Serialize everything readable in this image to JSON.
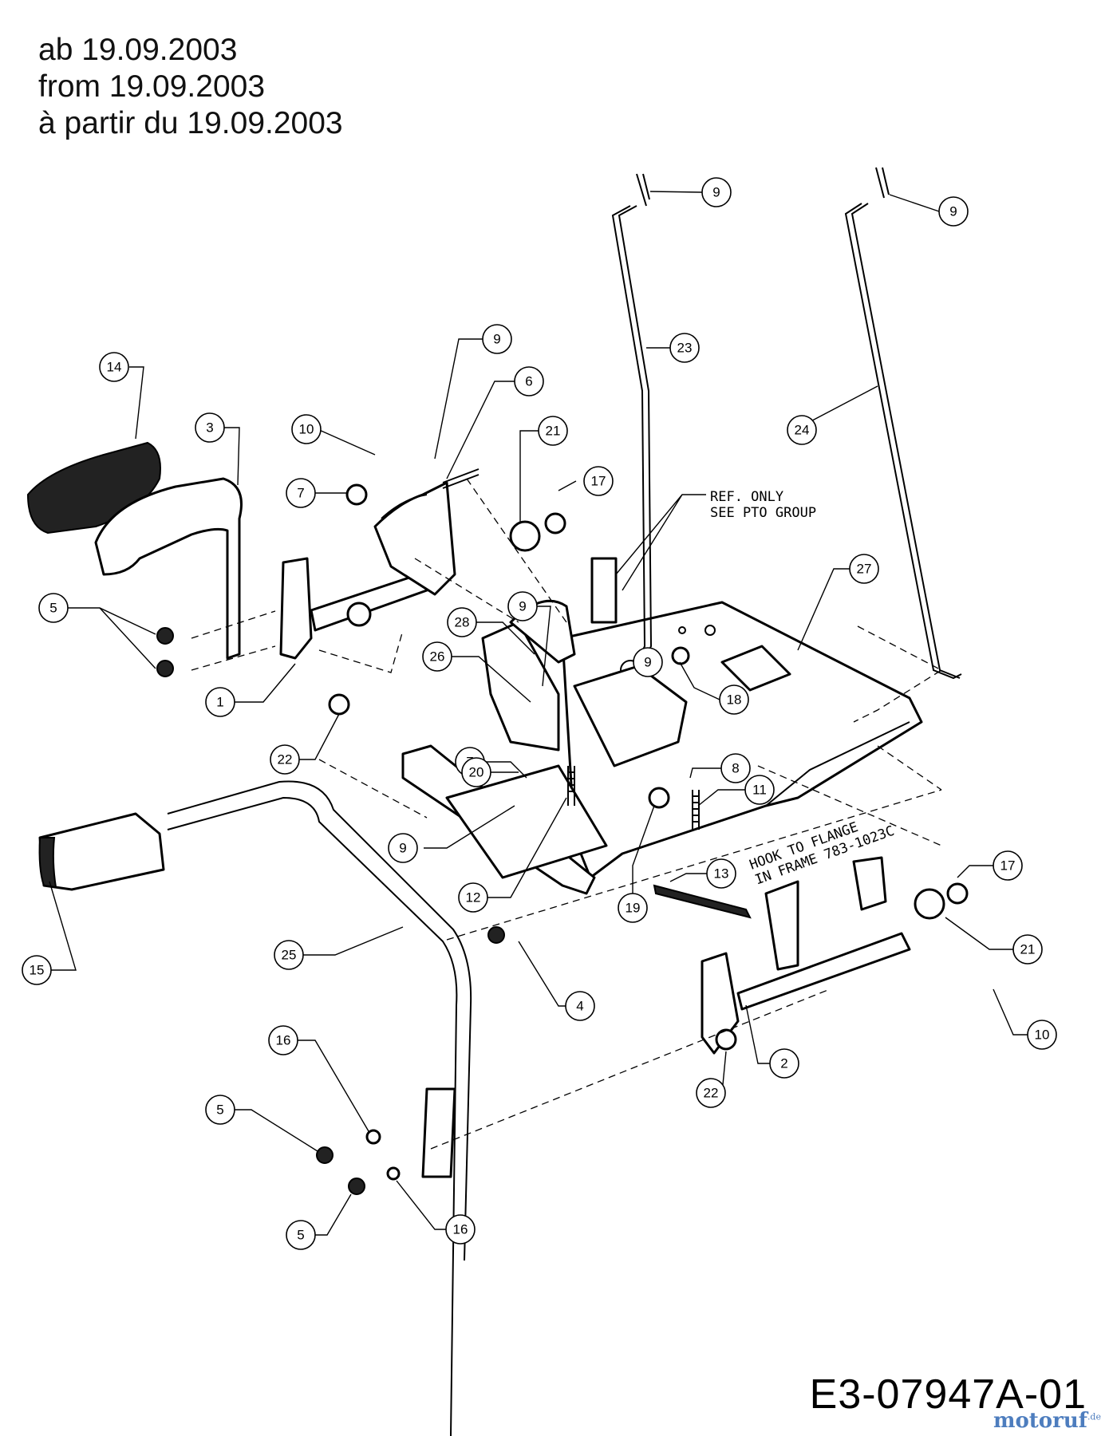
{
  "header": {
    "line_de": "ab 19.09.2003",
    "line_en": "from 19.09.2003",
    "line_fr": "à partir du 19.09.2003"
  },
  "notes": {
    "ref_only_line1": "REF. ONLY",
    "ref_only_line2": "SEE PTO GROUP",
    "hook_line1": "HOOK TO FLANGE",
    "hook_line2": "IN FRAME 783-1023C"
  },
  "callouts": [
    {
      "id": "c-9-a",
      "label": "9"
    },
    {
      "id": "c-9-b",
      "label": "9"
    },
    {
      "id": "c-23",
      "label": "23"
    },
    {
      "id": "c-24",
      "label": "24"
    },
    {
      "id": "c-9-c",
      "label": "9"
    },
    {
      "id": "c-6",
      "label": "6"
    },
    {
      "id": "c-14",
      "label": "14"
    },
    {
      "id": "c-3",
      "label": "3"
    },
    {
      "id": "c-10-a",
      "label": "10"
    },
    {
      "id": "c-21-a",
      "label": "21"
    },
    {
      "id": "c-17-a",
      "label": "17"
    },
    {
      "id": "c-7-a",
      "label": "7"
    },
    {
      "id": "c-27",
      "label": "27"
    },
    {
      "id": "c-5-a",
      "label": "5"
    },
    {
      "id": "c-9-d",
      "label": "9"
    },
    {
      "id": "c-28",
      "label": "28"
    },
    {
      "id": "c-26",
      "label": "26"
    },
    {
      "id": "c-9-e",
      "label": "9"
    },
    {
      "id": "c-1",
      "label": "1"
    },
    {
      "id": "c-22-a",
      "label": "22"
    },
    {
      "id": "c-18",
      "label": "18"
    },
    {
      "id": "c-7-b",
      "label": "7"
    },
    {
      "id": "c-8",
      "label": "8"
    },
    {
      "id": "c-20",
      "label": "20"
    },
    {
      "id": "c-11",
      "label": "11"
    },
    {
      "id": "c-9-f",
      "label": "9"
    },
    {
      "id": "c-13",
      "label": "13"
    },
    {
      "id": "c-17-b",
      "label": "17"
    },
    {
      "id": "c-12",
      "label": "12"
    },
    {
      "id": "c-19",
      "label": "19"
    },
    {
      "id": "c-21-b",
      "label": "21"
    },
    {
      "id": "c-15",
      "label": "15"
    },
    {
      "id": "c-25",
      "label": "25"
    },
    {
      "id": "c-4",
      "label": "4"
    },
    {
      "id": "c-10-b",
      "label": "10"
    },
    {
      "id": "c-2",
      "label": "2"
    },
    {
      "id": "c-16-a",
      "label": "16"
    },
    {
      "id": "c-22-b",
      "label": "22"
    },
    {
      "id": "c-5-b",
      "label": "5"
    },
    {
      "id": "c-5-c",
      "label": "5"
    },
    {
      "id": "c-16-b",
      "label": "16"
    }
  ],
  "footer": {
    "drawing_number": "E3-07947A-01",
    "watermark": "motoruf",
    "watermark_suffix": ".de"
  }
}
